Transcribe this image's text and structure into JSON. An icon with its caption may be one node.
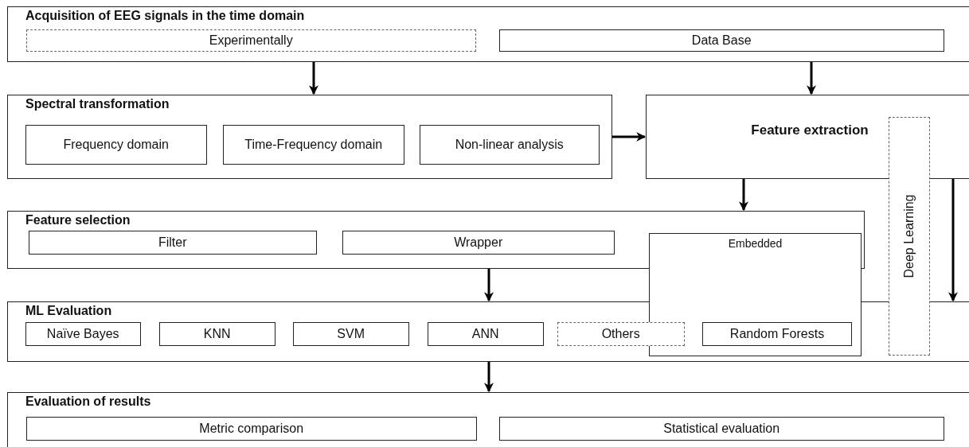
{
  "diagram": {
    "nodes": [
      {
        "text": [
          "Acquisition of EEG signals in the time domain"
        ]
      },
      {
        "text": [
          "Experimentally"
        ],
        "in": 0
      },
      {
        "text": [
          "Data Base"
        ],
        "in": 0
      },
      {
        "text": [
          "Spectral transformation"
        ]
      },
      {
        "text": [
          "Frequency domain"
        ],
        "in": 3
      },
      {
        "text": [
          "Time-Frequency domain"
        ],
        "in": 3
      },
      {
        "text": [
          "Non-linear analysis"
        ],
        "in": 3
      },
      {
        "text": [
          "Feature extraction"
        ]
      },
      {
        "text": [
          "Deep Learning"
        ]
      },
      {
        "text": [
          "Feature selection"
        ]
      },
      {
        "text": [
          "Filter"
        ],
        "in": 9
      },
      {
        "text": [
          "Wrapper"
        ],
        "in": 9
      },
      {
        "text": [
          "Embedded"
        ]
      },
      {
        "text": [
          "ML Evaluation"
        ]
      },
      {
        "text": [
          "Naïve Bayes"
        ],
        "in": 13
      },
      {
        "text": [
          "KNN"
        ],
        "in": 13
      },
      {
        "text": [
          "SVM"
        ],
        "in": 13
      },
      {
        "text": [
          "ANN"
        ],
        "in": 13
      },
      {
        "text": [
          "Others"
        ],
        "in": 13
      },
      {
        "text": [
          "Random Forests"
        ]
      },
      {
        "text": [
          "Evaluation of results"
        ]
      },
      {
        "text": [
          "Metric comparison"
        ],
        "in": 20
      },
      {
        "text": [
          "Statistical evaluation"
        ],
        "in": 20
      }
    ],
    "edges": [
      {
        "from": 0,
        "to": 3,
        "arrow": "to"
      },
      {
        "from": 0,
        "to": 7,
        "arrow": "to"
      },
      {
        "from": 3,
        "to": 7,
        "arrow": "to"
      },
      {
        "from": 7,
        "to": 9,
        "arrow": "to"
      },
      {
        "from": 7,
        "to": 13,
        "arrow": "to"
      },
      {
        "from": 9,
        "to": 13,
        "arrow": "to"
      },
      {
        "from": 13,
        "to": 20,
        "arrow": "to"
      }
    ]
  }
}
